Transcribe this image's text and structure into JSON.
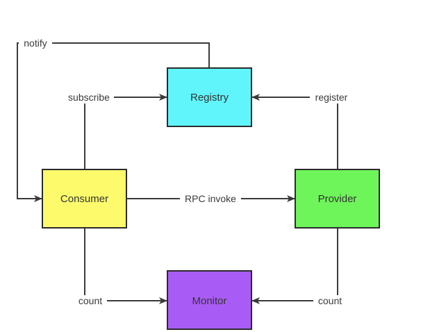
{
  "nodes": {
    "registry": {
      "label": "Registry",
      "color": "#5ff5fb"
    },
    "consumer": {
      "label": "Consumer",
      "color": "#fdfb6b"
    },
    "provider": {
      "label": "Provider",
      "color": "#6ef55a"
    },
    "monitor": {
      "label": "Monitor",
      "color": "#a95cf5"
    }
  },
  "edges": {
    "notify": {
      "label": "notify"
    },
    "subscribe": {
      "label": "subscribe"
    },
    "register": {
      "label": "register"
    },
    "rpc_invoke": {
      "label": "RPC invoke"
    },
    "count_consumer": {
      "label": "count"
    },
    "count_provider": {
      "label": "count"
    }
  }
}
